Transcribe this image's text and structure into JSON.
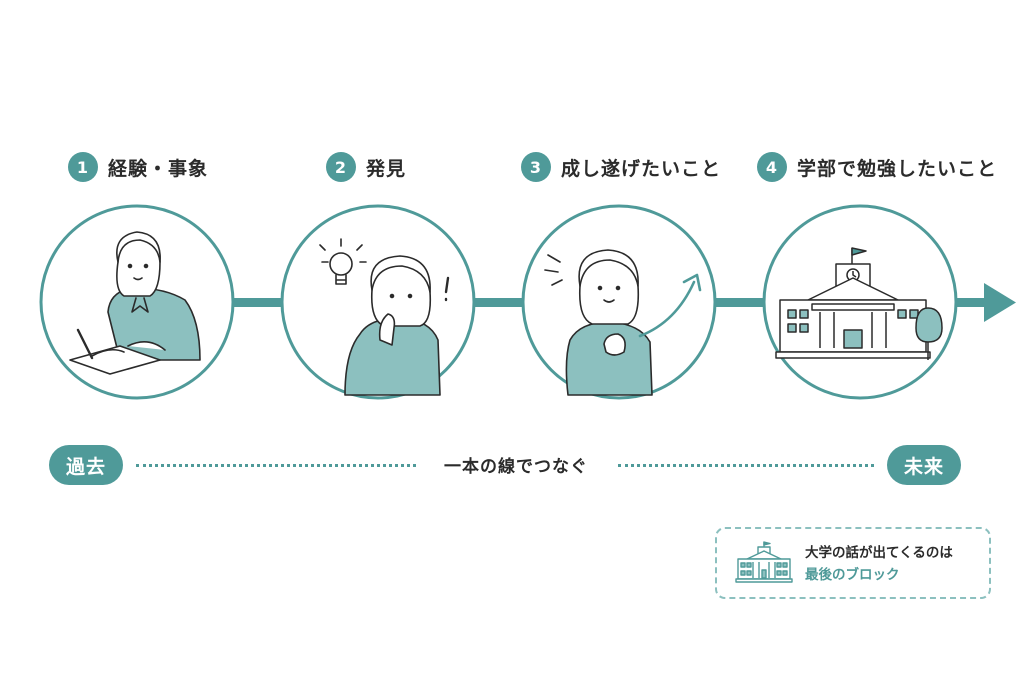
{
  "steps": [
    {
      "number": "1",
      "label": "経験・事象"
    },
    {
      "number": "2",
      "label": "発見"
    },
    {
      "number": "3",
      "label": "成し遂げたいこと"
    },
    {
      "number": "4",
      "label": "学部で勉強したいこと"
    }
  ],
  "timeline": {
    "past": "過去",
    "future": "未来",
    "connector": "一本の線でつなぐ"
  },
  "note": {
    "line1": "大学の話が出てくるのは",
    "line2": "最後のブロック"
  },
  "colors": {
    "accent": "#4f9a99",
    "accent_light": "#8cc0bf",
    "text": "#2b2b2b"
  }
}
